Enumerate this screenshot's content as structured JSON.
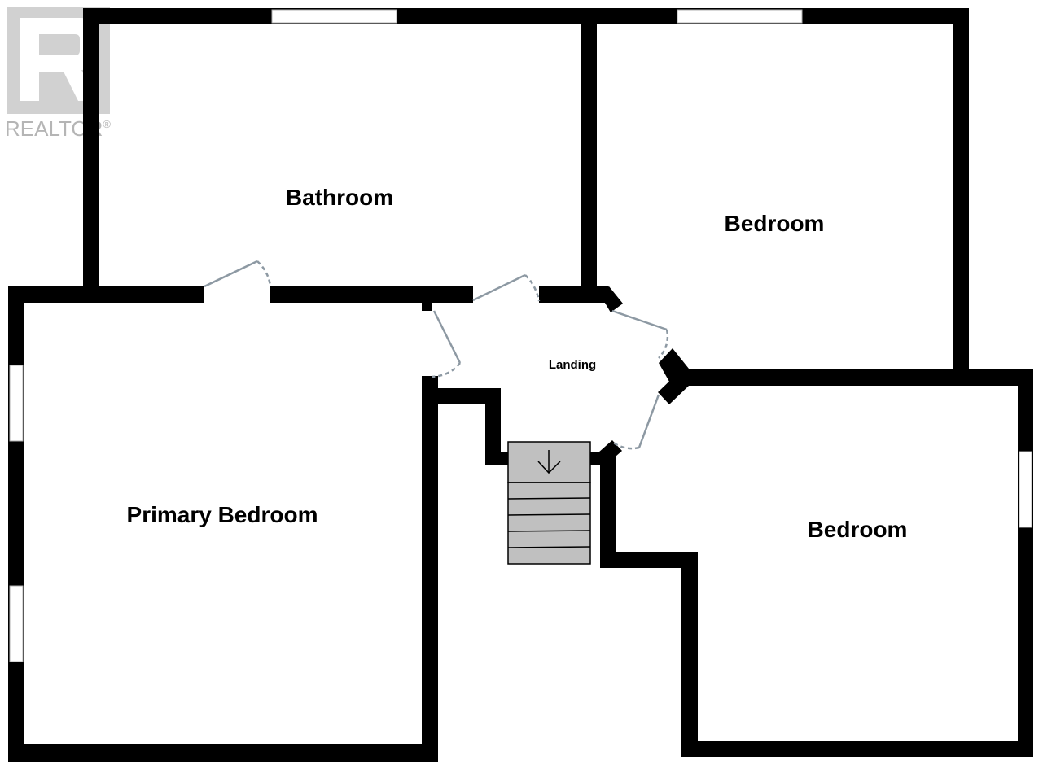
{
  "logo": {
    "text": "REALTOR",
    "mark": "®",
    "color": "#b5b5b5"
  },
  "rooms": {
    "bathroom": "Bathroom",
    "bedroom_top": "Bedroom",
    "landing": "Landing",
    "primary_bedroom": "Primary Bedroom",
    "bedroom_bottom": "Bedroom"
  },
  "stairs": {
    "direction_icon": "arrow-down-icon"
  },
  "colors": {
    "wall": "#000000",
    "door": "#8d99a3",
    "stairs_fill": "#c0c0c0",
    "window": "#ffffff"
  }
}
